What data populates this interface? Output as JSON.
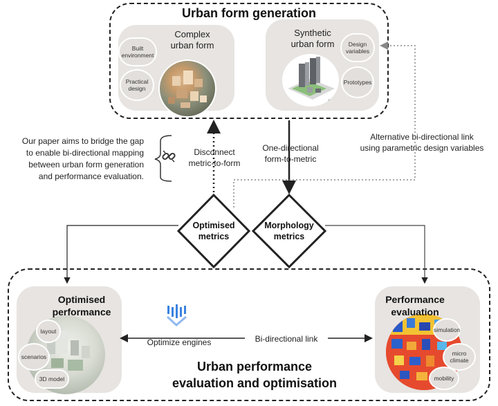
{
  "top_section": {
    "title": "Urban form generation",
    "complex": {
      "title": "Complex\nurban form",
      "bubbles": [
        "Built\nenvironment",
        "Practical\ndesign"
      ]
    },
    "synthetic": {
      "title": "Synthetic\nurban form",
      "bubbles": [
        "Design\nvariables",
        "Prototypes"
      ]
    }
  },
  "bottom_section": {
    "title": "Urban performance\nevaluation and optimisation",
    "optimised": {
      "title": "Optimised\nperformance",
      "bubbles": [
        "layout",
        "scenarios",
        "3D model"
      ]
    },
    "performance": {
      "title": "Performance\nevaluation",
      "bubbles": [
        "simulation",
        "micro\nclimate",
        "mobility"
      ]
    },
    "engine_label": "Optimize engines",
    "bidirectional_label": "Bi-directional link"
  },
  "paper_note": "Our paper aims to bridge the gap\nto enable bi-directional mapping\nbetween urban form generation\nand performance evaluation.",
  "disconnect_label": "Disconnect\nmetric-to-form",
  "one_directional_label": "One-directional\nform-to-metric",
  "alternative_label": "Alternative bi-directional link\nusing parametric design variables",
  "diamonds": {
    "optimised": "Optimised\nmetrics",
    "morphology": "Morphology\nmetrics"
  },
  "icons": {
    "broken_link": "broken-link-icon",
    "engine": "optimize-engine-icon"
  },
  "colors": {
    "panel": "#e7e4e1",
    "bubble": "#e2dfdc",
    "line": "#222222",
    "dotted": "#888888"
  }
}
